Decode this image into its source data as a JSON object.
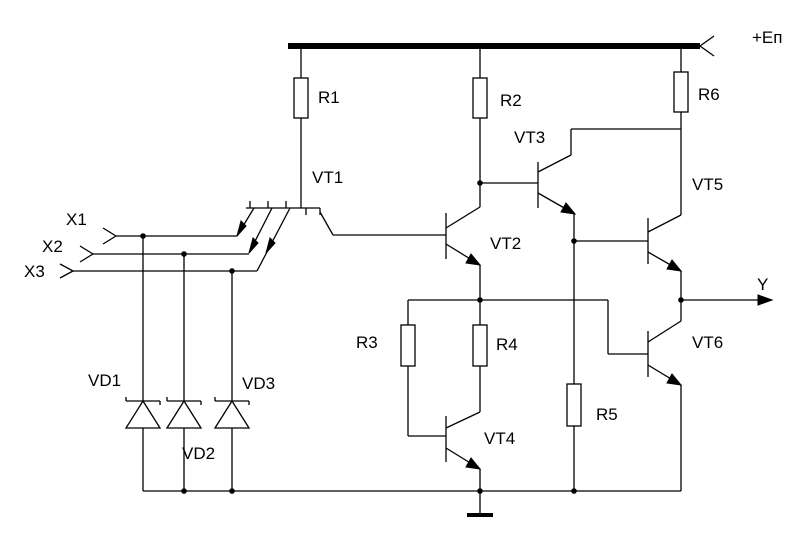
{
  "labels": {
    "supply": "+Еп",
    "output": "Y",
    "inputs": [
      "X1",
      "X2",
      "X3"
    ],
    "resistors": [
      "R1",
      "R2",
      "R3",
      "R4",
      "R5",
      "R6"
    ],
    "transistors": [
      "VT1",
      "VT2",
      "VT3",
      "VT4",
      "VT5",
      "VT6"
    ],
    "diodes": [
      "VD1",
      "VD2",
      "VD3"
    ]
  }
}
